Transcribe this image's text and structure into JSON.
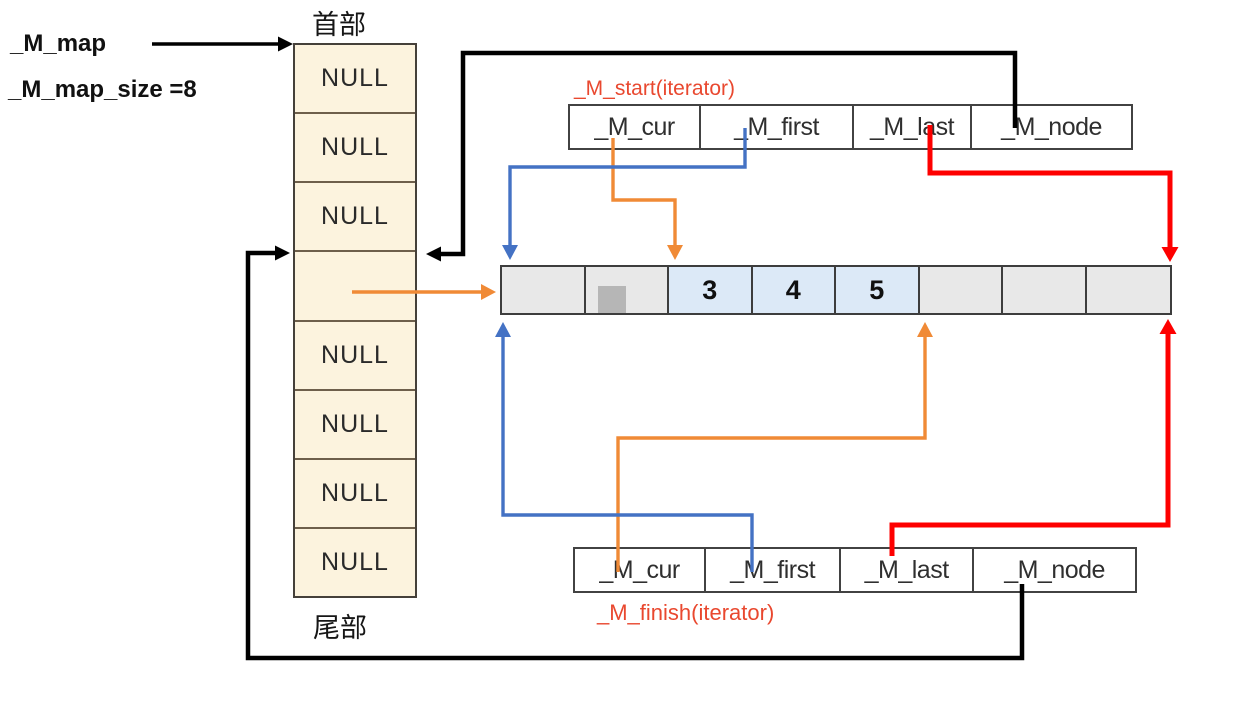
{
  "header": {
    "m_map_label": "_M_map",
    "m_map_size_label": "_M_map_size =8"
  },
  "map": {
    "head_label": "首部",
    "tail_label": "尾部",
    "size": 8,
    "cells": [
      {
        "value": "NULL"
      },
      {
        "value": "NULL"
      },
      {
        "value": "NULL"
      },
      {
        "value": ""
      },
      {
        "value": "NULL"
      },
      {
        "value": "NULL"
      },
      {
        "value": "NULL"
      },
      {
        "value": "NULL"
      }
    ]
  },
  "start_iterator": {
    "label": "_M_start(iterator)",
    "fields": [
      "_M_cur",
      "_M_first",
      "_M_last",
      "_M_node"
    ]
  },
  "finish_iterator": {
    "label": "_M_finish(iterator)",
    "fields": [
      "_M_cur",
      "_M_first",
      "_M_last",
      "_M_node"
    ]
  },
  "buffer": {
    "cells": [
      {
        "value": ""
      },
      {
        "value": ""
      },
      {
        "value": "3"
      },
      {
        "value": "4"
      },
      {
        "value": "5"
      },
      {
        "value": ""
      },
      {
        "value": ""
      },
      {
        "value": ""
      }
    ],
    "highlighted_indices": [
      2,
      3,
      4
    ]
  },
  "colors": {
    "orange": "#f08a36",
    "blue": "#4472c4",
    "red": "#fe0000",
    "black": "#000000",
    "label_red": "#e9482f",
    "map_fill": "#fcf3de",
    "buffer_gray": "#e8e8e8",
    "buffer_blue": "#dce9f7"
  },
  "edges": [
    {
      "id": "mmap-pointer",
      "from": "_M_map",
      "to": "map head (首部)",
      "color": "black"
    },
    {
      "id": "start-node",
      "from": "_M_start._M_node",
      "to": "map cell 4",
      "color": "black"
    },
    {
      "id": "start-cur",
      "from": "_M_start._M_cur",
      "to": "buffer element '3'",
      "color": "orange"
    },
    {
      "id": "start-first",
      "from": "_M_start._M_first",
      "to": "buffer begin",
      "color": "blue"
    },
    {
      "id": "start-last",
      "from": "_M_start._M_last",
      "to": "buffer end",
      "color": "red"
    },
    {
      "id": "map-cell4-buffer",
      "from": "map cell 4",
      "to": "buffer begin",
      "color": "orange"
    },
    {
      "id": "finish-cur",
      "from": "_M_finish._M_cur",
      "to": "buffer one past element '5'",
      "color": "orange"
    },
    {
      "id": "finish-first",
      "from": "_M_finish._M_first",
      "to": "buffer begin",
      "color": "blue"
    },
    {
      "id": "finish-last",
      "from": "_M_finish._M_last",
      "to": "buffer end",
      "color": "red"
    },
    {
      "id": "finish-node",
      "from": "_M_finish._M_node",
      "to": "map cell 4",
      "color": "black"
    }
  ]
}
